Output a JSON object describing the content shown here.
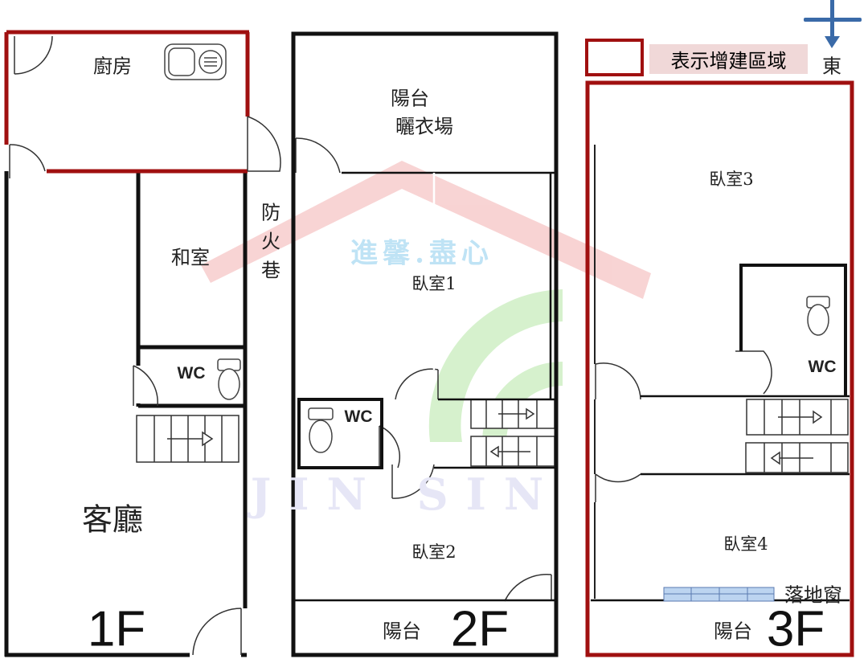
{
  "watermark": {
    "chinese": "進馨.盡心",
    "latin": "JIN SIN"
  },
  "legend": {
    "label": "表示增建區域",
    "compass": "東"
  },
  "floor1": {
    "title": "1F",
    "rooms": {
      "kitchen": "廚房",
      "washitsu": "和室",
      "wc": "WC",
      "living": "客廳"
    },
    "alley": [
      "防",
      "火",
      "巷"
    ]
  },
  "floor2": {
    "title": "2F",
    "rooms": {
      "balcony_top": "陽台",
      "laundry": "曬衣場",
      "bedroom1": "臥室1",
      "wc": "WC",
      "bedroom2": "臥室2",
      "balcony": "陽台"
    }
  },
  "floor3": {
    "title": "3F",
    "rooms": {
      "bedroom3": "臥室3",
      "wc": "WC",
      "bedroom4": "臥室4",
      "window": "落地窗",
      "balcony": "陽台"
    }
  },
  "colors": {
    "wall": "#111111",
    "extension": "#a01010",
    "compass": "#3a6aa8",
    "window": "#bcd4f0"
  }
}
